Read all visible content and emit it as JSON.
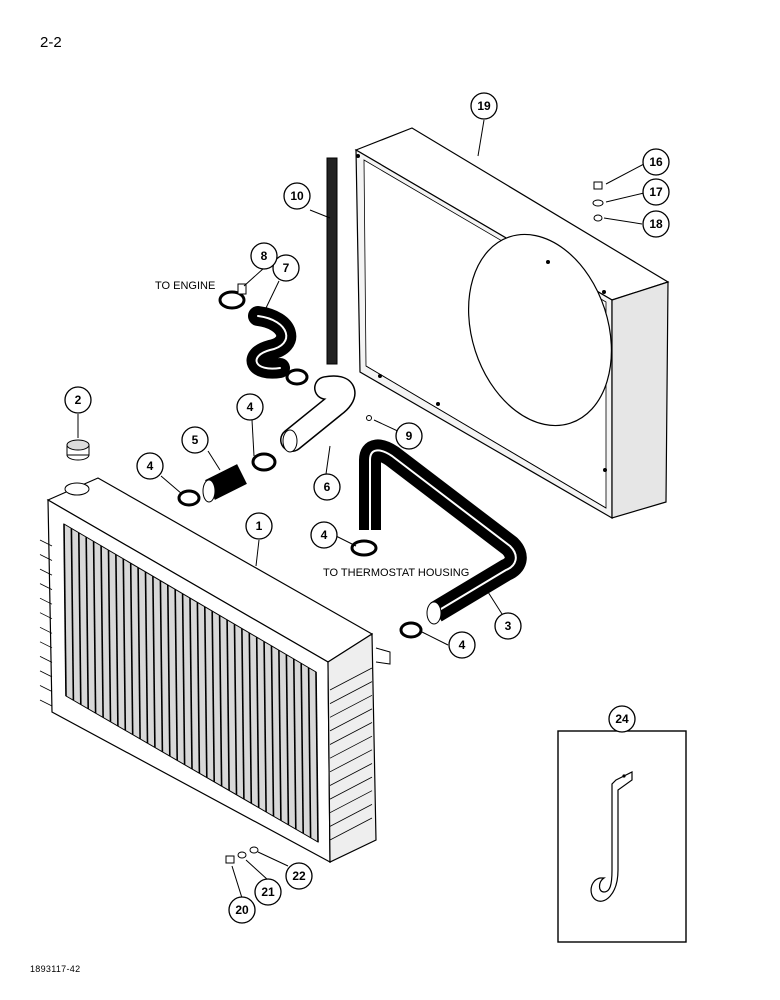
{
  "page": {
    "number": "2-2",
    "figure_code": "1893117-42"
  },
  "notes": {
    "to_engine": "TO ENGINE",
    "to_thermostat": "TO THERMOSTAT HOUSING"
  },
  "callouts": {
    "c1": "1",
    "c2": "2",
    "c3": "3",
    "c4a": "4",
    "c4b": "4",
    "c4c": "4",
    "c4d": "4",
    "c5": "5",
    "c6": "6",
    "c7": "7",
    "c8": "8",
    "c9": "9",
    "c10": "10",
    "c16": "16",
    "c17": "17",
    "c18": "18",
    "c19": "19",
    "c20": "20",
    "c21": "21",
    "c22": "22",
    "c24": "24"
  }
}
